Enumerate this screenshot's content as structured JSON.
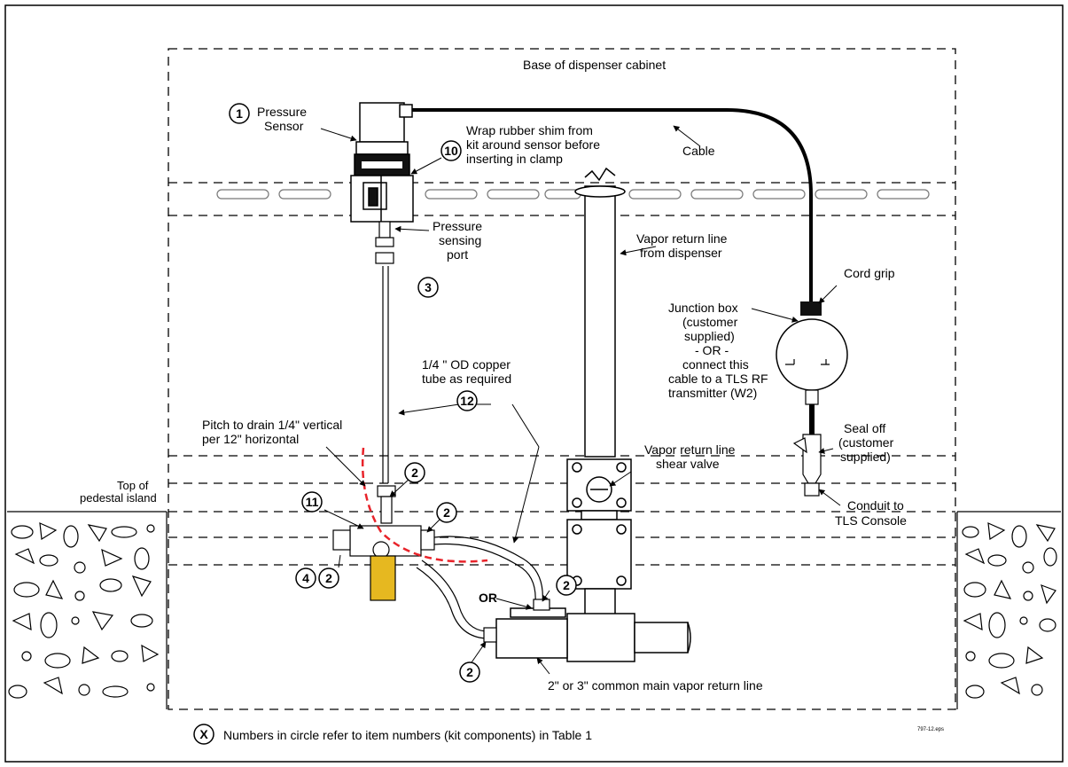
{
  "labels": {
    "cabinet": "Base of dispenser cabinet",
    "pressure_sensor_l1": "Pressure",
    "pressure_sensor_l2": "Sensor",
    "wrap_l1": "Wrap rubber shim from",
    "wrap_l2": "kit around sensor before",
    "wrap_l3": "inserting in clamp",
    "cable": "Cable",
    "sensing_port_l1": "Pressure",
    "sensing_port_l2": "sensing",
    "sensing_port_l3": "port",
    "vapor_return_l1": "Vapor return line",
    "vapor_return_l2": "from dispenser",
    "cord_grip": "Cord grip",
    "junction_l1": "Junction box",
    "junction_l2": "(customer",
    "junction_l3": "supplied)",
    "junction_l4": "- OR -",
    "junction_l5": "connect this",
    "junction_l6": "cable to a TLS RF",
    "junction_l7": "transmitter (W2)",
    "copper_l1": "1/4 \" OD copper",
    "copper_l2": "tube as required",
    "pitch_l1": "Pitch to drain 1/4\" vertical",
    "pitch_l2": "per 12\" horizontal",
    "shear_l1": "Vapor return line",
    "shear_l2": "shear valve",
    "seal_l1": "Seal off",
    "seal_l2": "(customer",
    "seal_l3": "supplied)",
    "top_island_l1": "Top of",
    "top_island_l2": "pedestal island",
    "conduit_l1": "Conduit to",
    "conduit_l2": "TLS Console",
    "or": "OR",
    "main_line": "2\" or 3\" common main vapor return line",
    "legend_symbol": "X",
    "legend": "Numbers in circle refer to item numbers (kit components) in Table 1",
    "file_ref": "797-12.eps"
  },
  "callouts": {
    "c1": "1",
    "c10": "10",
    "c3": "3",
    "c12": "12",
    "c2a": "2",
    "c11": "11",
    "c2b": "2",
    "c4": "4",
    "c2c": "2",
    "c2d": "2",
    "c2e": "2"
  },
  "colors": {
    "drain_line": "#e8232a",
    "valve_handle": "#e6b820"
  }
}
